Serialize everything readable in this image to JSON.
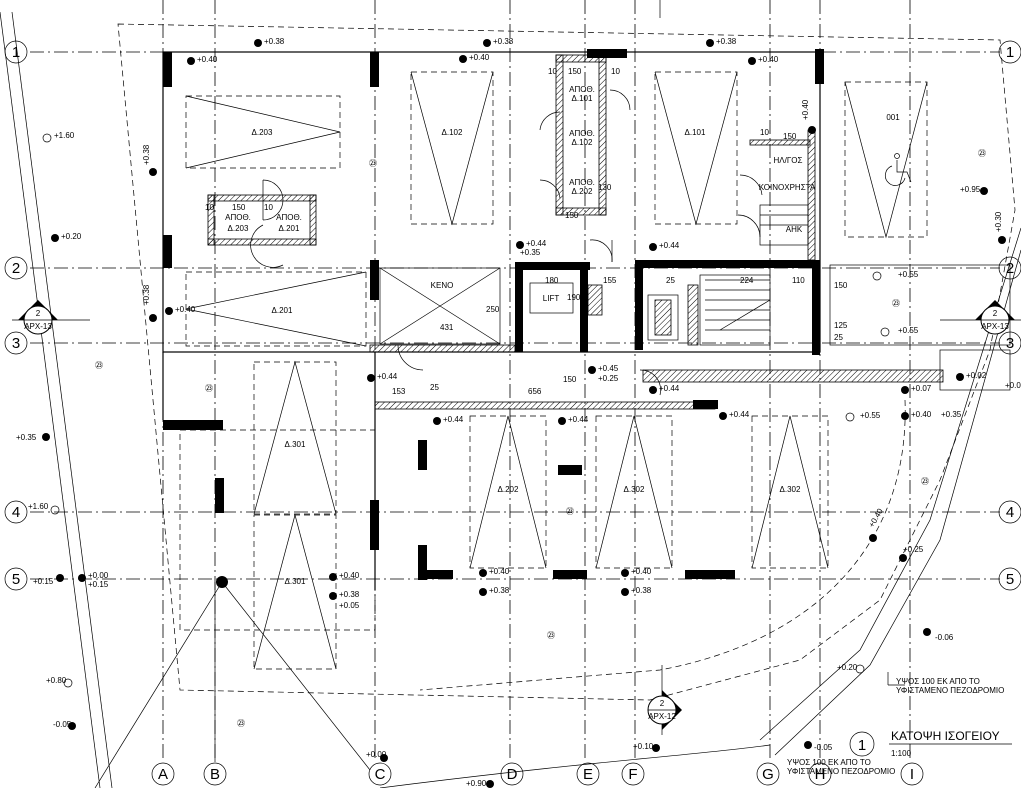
{
  "grid": {
    "rows": [
      "1",
      "2",
      "3",
      "4",
      "5"
    ],
    "cols": [
      "A",
      "B",
      "C",
      "D",
      "E",
      "F",
      "G",
      "H",
      "I"
    ]
  },
  "spaces": {
    "d203": "Δ.203",
    "d102": "Δ.102",
    "d101": "Δ.101",
    "s001": "001",
    "d201": "Δ.201",
    "keno": "ΚΕΝΟ",
    "lift": "LIFT",
    "d301a": "Δ.301",
    "d301b": "Δ.301",
    "d202": "Δ.202",
    "d302a": "Δ.302",
    "d302b": "Δ.302",
    "apo101_a": "ΑΠΟΘ.",
    "apo101_b": "Δ.101",
    "apo102_a": "ΑΠΟΘ.",
    "apo102_b": "Δ.102",
    "apo202_a": "ΑΠΟΘ.",
    "apo202_b": "Δ.202",
    "apo203_a": "ΑΠΟΘ.",
    "apo203_b": "Δ.203",
    "apo201_a": "ΑΠΟΘ.",
    "apo201_b": "Δ.201",
    "hagen": "ΗΛ/ΓΟΣ",
    "koinox": "ΚΟΙΝΟΧΡΗΣΤΑ",
    "ahk": "ΑΗΚ"
  },
  "levels": {
    "l038a": "+0.38",
    "l038b": "+0.38",
    "l038c": "+0.38",
    "l040a": "+0.40",
    "l040b": "+0.40",
    "l040c": "+0.40",
    "l160": "+1.60",
    "l038v": "+0.38",
    "l020": "+0.20",
    "l040v": "+0.40",
    "l095": "+0.95",
    "l030": "+0.30",
    "l038d": "+0.38",
    "l040d": "+0.40",
    "l044a": "+0.44",
    "l035": "+0.35",
    "l044b": "+0.44",
    "l055a": "+0.55",
    "l055b": "+0.55",
    "l044c": "+0.44",
    "l045": "+0.45",
    "l025": "+0.25",
    "l044d": "+0.44",
    "l007": "+0.07",
    "l002": "+0.02",
    "l00r": "+0.0",
    "l044e": "+0.44",
    "l044f": "+0.44",
    "l044g": "+0.44",
    "l055c": "+0.55",
    "l040e": "+0.40",
    "l035b": "+0.35",
    "l035l": "+0.35",
    "l160b": "+1.60",
    "l040f": "+0.40",
    "l025b": "+0.25",
    "l015": "+0.15",
    "l000": "+0.00",
    "l015b": "+0.15",
    "l040g": "+0.40",
    "l038e": "+0.38",
    "l005": "+0.05",
    "l040h": "+0.40",
    "l038f": "+0.38",
    "l040i": "+0.40",
    "l038g": "+0.38",
    "lm006": "-0.06",
    "l020b": "+0.20",
    "l080": "+0.80",
    "lm005": "-0.05",
    "l000b": "+0.00",
    "l010": "+0.10",
    "lm005b": "-0.05",
    "l090": "+0.90"
  },
  "dimensions": {
    "d10a": "10",
    "d150a": "150",
    "d10b": "10",
    "d10c": "10",
    "d150b": "150",
    "d10d": "10",
    "d150c": "150",
    "d180": "180",
    "d155": "155",
    "d190": "190",
    "d250": "250",
    "d431": "431",
    "d224": "224",
    "d110": "110",
    "d150d": "150",
    "d125": "125",
    "d25a": "25",
    "d153": "153",
    "d656": "656",
    "d25b": "25",
    "d150e": "150",
    "d10e": "10",
    "d150f": "150",
    "d130": "130",
    "d25c": "25"
  },
  "notes": {
    "note1_a": "ΥΨΟΣ 100 ΕΚ ΑΠΟ ΤΟ",
    "note1_b": "ΥΦΙΣΤΑΜΕΝΟ ΠΕΖΟΔΡΟΜΙΟ",
    "note2_a": "ΥΨΟΣ 100 ΕΚ ΑΠΟ ΤΟ",
    "note2_b": "ΥΦΙΣΤΑΜΕΝΟ ΠΕΖΟΔΡΟΜΙΟ"
  },
  "section_markers": {
    "left_num": "2",
    "left_ref": "ΑΡΧ-13",
    "right_num": "2",
    "right_ref": "ΑΡΧ-13",
    "bottom_num": "2",
    "bottom_ref": "ΑΡΧ-12"
  },
  "material_tags": {
    "t1": "㉓",
    "t2": "㉓",
    "t3": "㉓",
    "t4": "㉓",
    "t5": "㉓",
    "t6": "㉓",
    "t7": "㉓",
    "t8": "㉓",
    "t9": "㉓"
  },
  "title_block": {
    "number": "1",
    "title": "ΚΑΤΟΨΗ ΙΣΟΓΕΙΟΥ",
    "scale": "1:100"
  }
}
